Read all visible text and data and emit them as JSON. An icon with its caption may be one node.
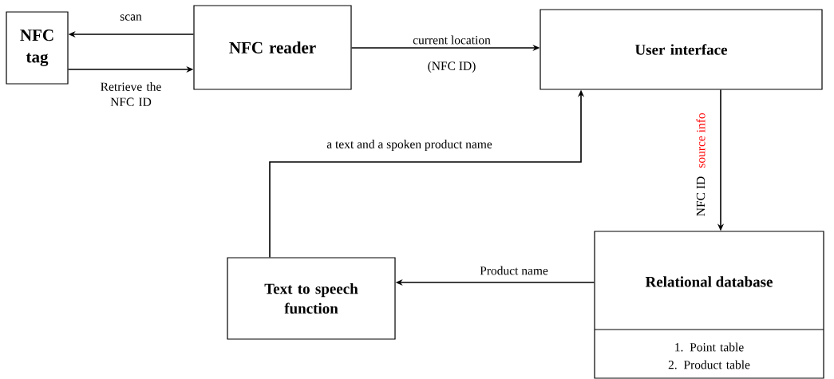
{
  "diagram": {
    "nodes": [
      {
        "text": [
          "NFC tag"
        ]
      },
      {
        "text": [
          "NFC reader"
        ]
      },
      {
        "text": [
          "User interface"
        ]
      },
      {
        "text": [
          "Relational database",
          "1. Point table 2. Product table"
        ]
      },
      {
        "text": [
          "Text to speech function"
        ]
      }
    ],
    "edges": [
      {
        "from": 1,
        "to": 0,
        "arrow": "to",
        "label": "scan"
      },
      {
        "from": 0,
        "to": 1,
        "arrow": "to",
        "label": "Retrieve the NFC ID"
      },
      {
        "from": 1,
        "to": 2,
        "arrow": "to",
        "label": "current location"
      },
      {
        "from": 2,
        "to": 3,
        "arrow": "to",
        "label": "NFC ID"
      },
      {
        "from": 3,
        "to": 4,
        "arrow": "to",
        "label": "Product name"
      },
      {
        "from": 4,
        "to": 2,
        "arrow": "to",
        "label": "a text and a spoken product name"
      }
    ],
    "labels": [
      "(NFC ID)",
      "source info"
    ]
  }
}
